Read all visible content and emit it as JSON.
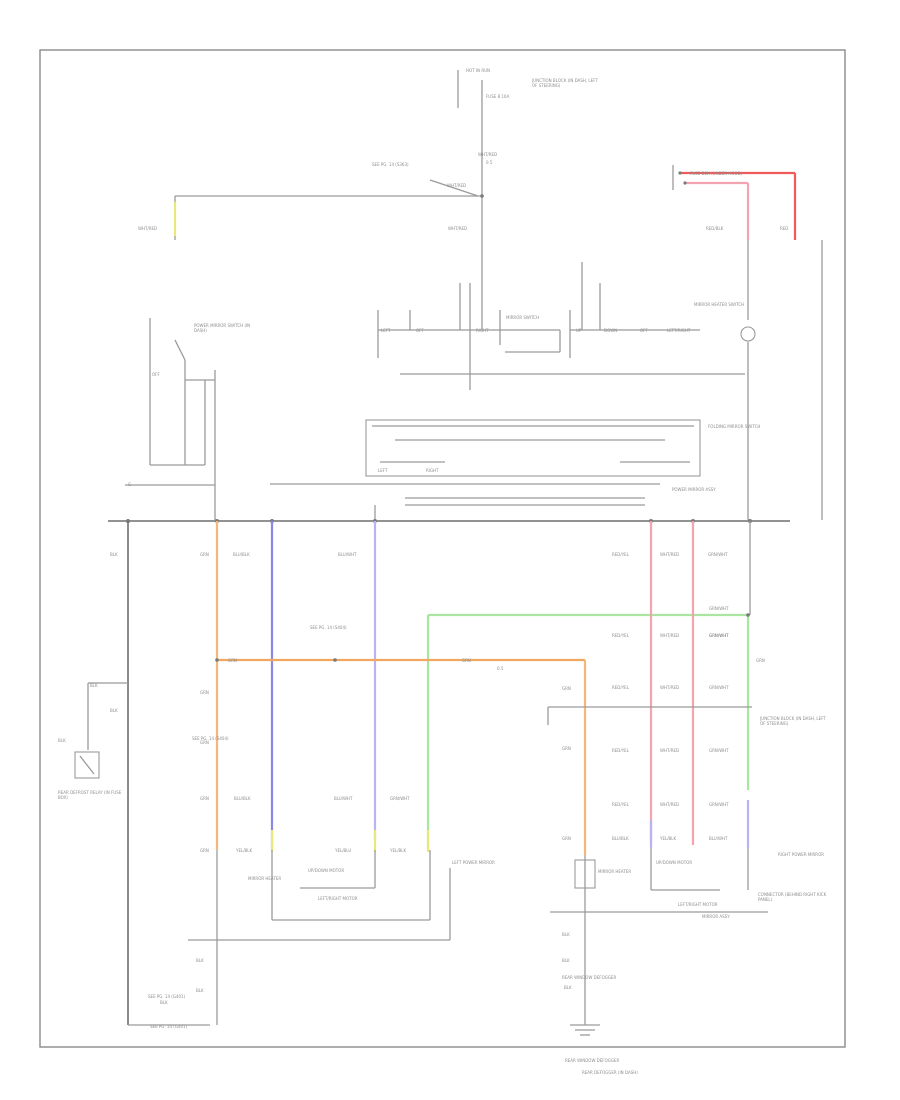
{
  "diagram": {
    "footer_code": "",
    "colors": {
      "orange": "#f5b77a",
      "orange_dark": "#f0a860",
      "violet": "#8c86e6",
      "violet_light": "#b8b4f2",
      "pink": "#f4a3b0",
      "red": "#f05a5a",
      "green": "#a9e6a0",
      "yellow": "#e8e87c",
      "gray": "#9a9a9a"
    },
    "labels": [
      {
        "id": "fuse-top",
        "text": "HOT IN RUN"
      },
      {
        "id": "fuse-name",
        "text": "FUSE 8 10A"
      },
      {
        "id": "jb-main",
        "text": "JUNCTION BLOCK (IN DASH, LEFT OF STEERING)"
      },
      {
        "id": "w-top1",
        "text": "WHT/RED"
      },
      {
        "id": "w-top2",
        "text": "0.5"
      },
      {
        "id": "splice-top",
        "text": "SEE PG. 14 (S363)"
      },
      {
        "id": "w-top3",
        "text": "WHT/RED"
      },
      {
        "id": "w-left-end",
        "text": "WHT/RED"
      },
      {
        "id": "w-top4",
        "text": "WHT/RED"
      },
      {
        "id": "mirror-sw-l",
        "text": "LEFT"
      },
      {
        "id": "mirror-sw-off",
        "text": "OFF"
      },
      {
        "id": "mirror-sw-right",
        "text": "RIGHT"
      },
      {
        "id": "mirror-sw-name",
        "text": "MIRROR SWITCH"
      },
      {
        "id": "mirror-sw-up",
        "text": "UP"
      },
      {
        "id": "mirror-sw-down",
        "text": "DOWN"
      },
      {
        "id": "mirror-sw-off2",
        "text": "OFF"
      },
      {
        "id": "mirror-sw-lr",
        "text": "LEFT/RIGHT"
      },
      {
        "id": "heater-sw",
        "text": "MIRROR HEATER SWITCH"
      },
      {
        "id": "red-left",
        "text": "RED/BLK"
      },
      {
        "id": "red-right",
        "text": "RED"
      },
      {
        "id": "seat-mem",
        "text": "POWER MIRROR SWITCH (IN DASH)"
      },
      {
        "id": "seat-mem-off",
        "text": "OFF"
      },
      {
        "id": "fold-sw",
        "text": "FOLDING MIRROR SWITCH"
      },
      {
        "id": "fold-l",
        "text": "LEFT"
      },
      {
        "id": "fold-r",
        "text": "RIGHT"
      },
      {
        "id": "ground-l",
        "text": "G"
      },
      {
        "id": "conn-name",
        "text": "POWER MIRROR ASSY"
      },
      {
        "id": "col1-top",
        "text": "BLK"
      },
      {
        "id": "col2-top",
        "text": "GRN"
      },
      {
        "id": "col3-top",
        "text": "BLU/BLK"
      },
      {
        "id": "col4-top",
        "text": "BLU/WHT"
      },
      {
        "id": "col5-top",
        "text": "RED/YEL"
      },
      {
        "id": "col6-top",
        "text": "WHT/RED"
      },
      {
        "id": "col7-top",
        "text": "GRN/WHT"
      },
      {
        "id": "splice-mid",
        "text": "SEE PG. 14 (S404)"
      },
      {
        "id": "orn-a",
        "text": "GRN"
      },
      {
        "id": "orn-b",
        "text": "GRN"
      },
      {
        "id": "orn-c",
        "text": "0.5"
      },
      {
        "id": "grn-w1",
        "text": "GRN/WHT"
      },
      {
        "id": "grn-w2",
        "text": "GRN/WHT"
      },
      {
        "id": "r1a",
        "text": "RED/YEL"
      },
      {
        "id": "r1b",
        "text": "WHT/RED"
      },
      {
        "id": "r1c",
        "text": "GRN/WHT"
      },
      {
        "id": "r2a",
        "text": "RED/YEL"
      },
      {
        "id": "r2b",
        "text": "WHT/RED"
      },
      {
        "id": "r2c",
        "text": "GRN/WHT"
      },
      {
        "id": "gnd-mid",
        "text": "GRN"
      },
      {
        "id": "jb-right",
        "text": "JUNCTION BLOCK (IN DASH, LEFT OF STEERING)"
      },
      {
        "id": "blk-l1",
        "text": "BLK"
      },
      {
        "id": "blk-l2",
        "text": "BLK"
      },
      {
        "id": "grn-l1",
        "text": "GRN"
      },
      {
        "id": "grn-l2",
        "text": "GRN"
      },
      {
        "id": "splice-left",
        "text": "SEE PG. 14 (S404)"
      },
      {
        "id": "grn-l3",
        "text": "GRN"
      },
      {
        "id": "grn-l4",
        "text": "GRN"
      },
      {
        "id": "blu-l1",
        "text": "BLU/BLK"
      },
      {
        "id": "blu-l2",
        "text": "BLU/WHT"
      },
      {
        "id": "grnw-l",
        "text": "GRN/WHT"
      },
      {
        "id": "yel-l1",
        "text": "YEL/BLK"
      },
      {
        "id": "yel-l2",
        "text": "YEL/BLU"
      },
      {
        "id": "yel-l3",
        "text": "YEL/BLK"
      },
      {
        "id": "left-mirror",
        "text": "LEFT POWER MIRROR"
      },
      {
        "id": "mir-heater-l",
        "text": "MIRROR HEATER"
      },
      {
        "id": "mir-motor-l",
        "text": "UP/DOWN MOTOR"
      },
      {
        "id": "mir-motor-l2",
        "text": "LEFT/RIGHT MOTOR"
      },
      {
        "id": "rear-def",
        "text": "REAR DEFROST RELAY (IN FUSE BOX)"
      },
      {
        "id": "blk-b",
        "text": "BLK"
      },
      {
        "id": "blk-b2",
        "text": "BLK"
      },
      {
        "id": "s-b",
        "text": "SEE PG. 14 (G401)"
      },
      {
        "id": "rc1",
        "text": "GRN"
      },
      {
        "id": "rc2",
        "text": "GRN"
      },
      {
        "id": "rc3",
        "text": "GRN"
      },
      {
        "id": "rr1",
        "text": "RED/YEL"
      },
      {
        "id": "rr2",
        "text": "WHT/RED"
      },
      {
        "id": "rr3",
        "text": "GRN/WHT"
      },
      {
        "id": "rr4",
        "text": "RED/YEL"
      },
      {
        "id": "rr5",
        "text": "WHT/RED"
      },
      {
        "id": "rr6",
        "text": "GRN/WHT"
      },
      {
        "id": "rb1",
        "text": "BLU/BLK"
      },
      {
        "id": "rb2",
        "text": "YEL/BLK"
      },
      {
        "id": "rb3",
        "text": "BLU/WHT"
      },
      {
        "id": "right-mirror",
        "text": "RIGHT POWER MIRROR"
      },
      {
        "id": "mir-heater-r",
        "text": "MIRROR HEATER"
      },
      {
        "id": "mir-motor-r",
        "text": "UP/DOWN MOTOR"
      },
      {
        "id": "mir-motor-r2",
        "text": "LEFT/RIGHT MOTOR"
      },
      {
        "id": "gnd-bot",
        "text": "BLK"
      },
      {
        "id": "gnd-bot2",
        "text": "BLK"
      },
      {
        "id": "gnd-bot-name",
        "text": "REAR WINDOW DEFOGGER"
      },
      {
        "id": "rw",
        "text": "BLK"
      },
      {
        "id": "rw2",
        "text": "BLK"
      },
      {
        "id": "rear-window",
        "text": "REAR WINDOW DEFOGGER"
      },
      {
        "id": "rwd",
        "text": "REAR DEFOGGER (IN DASH)"
      },
      {
        "id": "mir-assy",
        "text": "MIRROR ASSY"
      },
      {
        "id": "connector-r",
        "text": "CONNECTOR (BEHIND RIGHT KICK PANEL)"
      },
      {
        "id": "jb-top-right",
        "text": "FUSE BOX (UNDER HOOD)"
      },
      {
        "id": "blk-gr",
        "text": "BLK"
      },
      {
        "id": "sb2",
        "text": "SEE PG. 14 (G401)"
      }
    ]
  }
}
